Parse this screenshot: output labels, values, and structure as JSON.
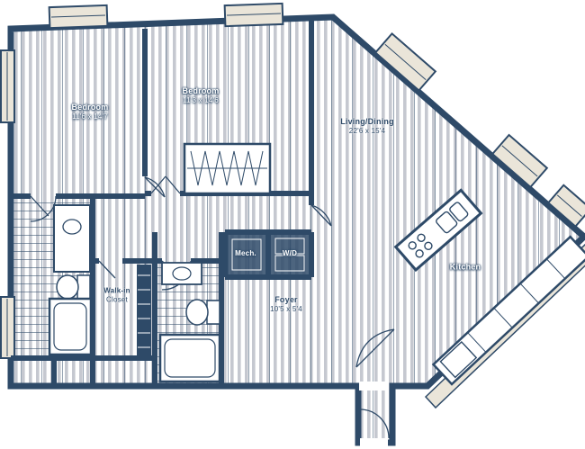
{
  "plan": {
    "type": "apartment-floor-plan",
    "colors": {
      "wall": "#2e4a68",
      "hatch_stripe": "#c5c8d0",
      "window_cream": "#eae5d9",
      "fixture_fill": "#ffffff"
    }
  },
  "rooms": [
    {
      "id": "bedroom-1",
      "label": "Bedroom",
      "dims": "11'6 x 14'7"
    },
    {
      "id": "bedroom-2",
      "label": "Bedroom",
      "dims": "11'3 x 14'6"
    },
    {
      "id": "living-dining",
      "label": "Living/Dining",
      "dims": "22'6 x 15'4"
    },
    {
      "id": "kitchen",
      "label": "Kitchen",
      "dims": ""
    },
    {
      "id": "mech",
      "label": "Mech.",
      "dims": ""
    },
    {
      "id": "washer-dryer",
      "label": "W/D",
      "dims": ""
    },
    {
      "id": "walk-in-closet",
      "label": "Walk-in",
      "dims": "Closet"
    },
    {
      "id": "foyer",
      "label": "Foyer",
      "dims": "10'5 x 5'4"
    }
  ]
}
